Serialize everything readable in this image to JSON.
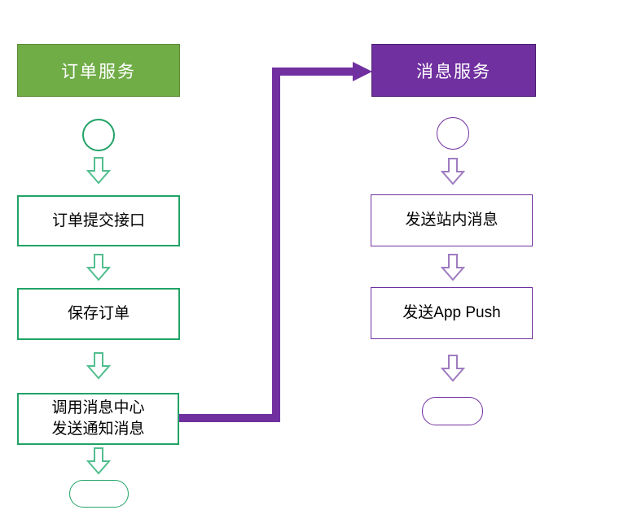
{
  "diagram": {
    "type": "flowchart",
    "order_lane": {
      "title": "订单服务",
      "step1": "订单提交接口",
      "step2": "保存订单",
      "step3_line1": "调用消息中心",
      "step3_line2": "发送通知消息"
    },
    "message_lane": {
      "title": "消息服务",
      "step1": "发送站内消息",
      "step2": "发送App Push"
    },
    "colors": {
      "order_header_bg": "#70AD47",
      "order_outline": "#21A366",
      "order_arrow_outline": "#52BE8E",
      "message_header_bg": "#7030A0",
      "message_outline": "#7030A0",
      "message_arrow_outline": "#9E7BC0",
      "connector": "#7030A0",
      "header_text": "#FFFFFF",
      "step_text": "#000000",
      "background": "#FFFFFF"
    }
  }
}
